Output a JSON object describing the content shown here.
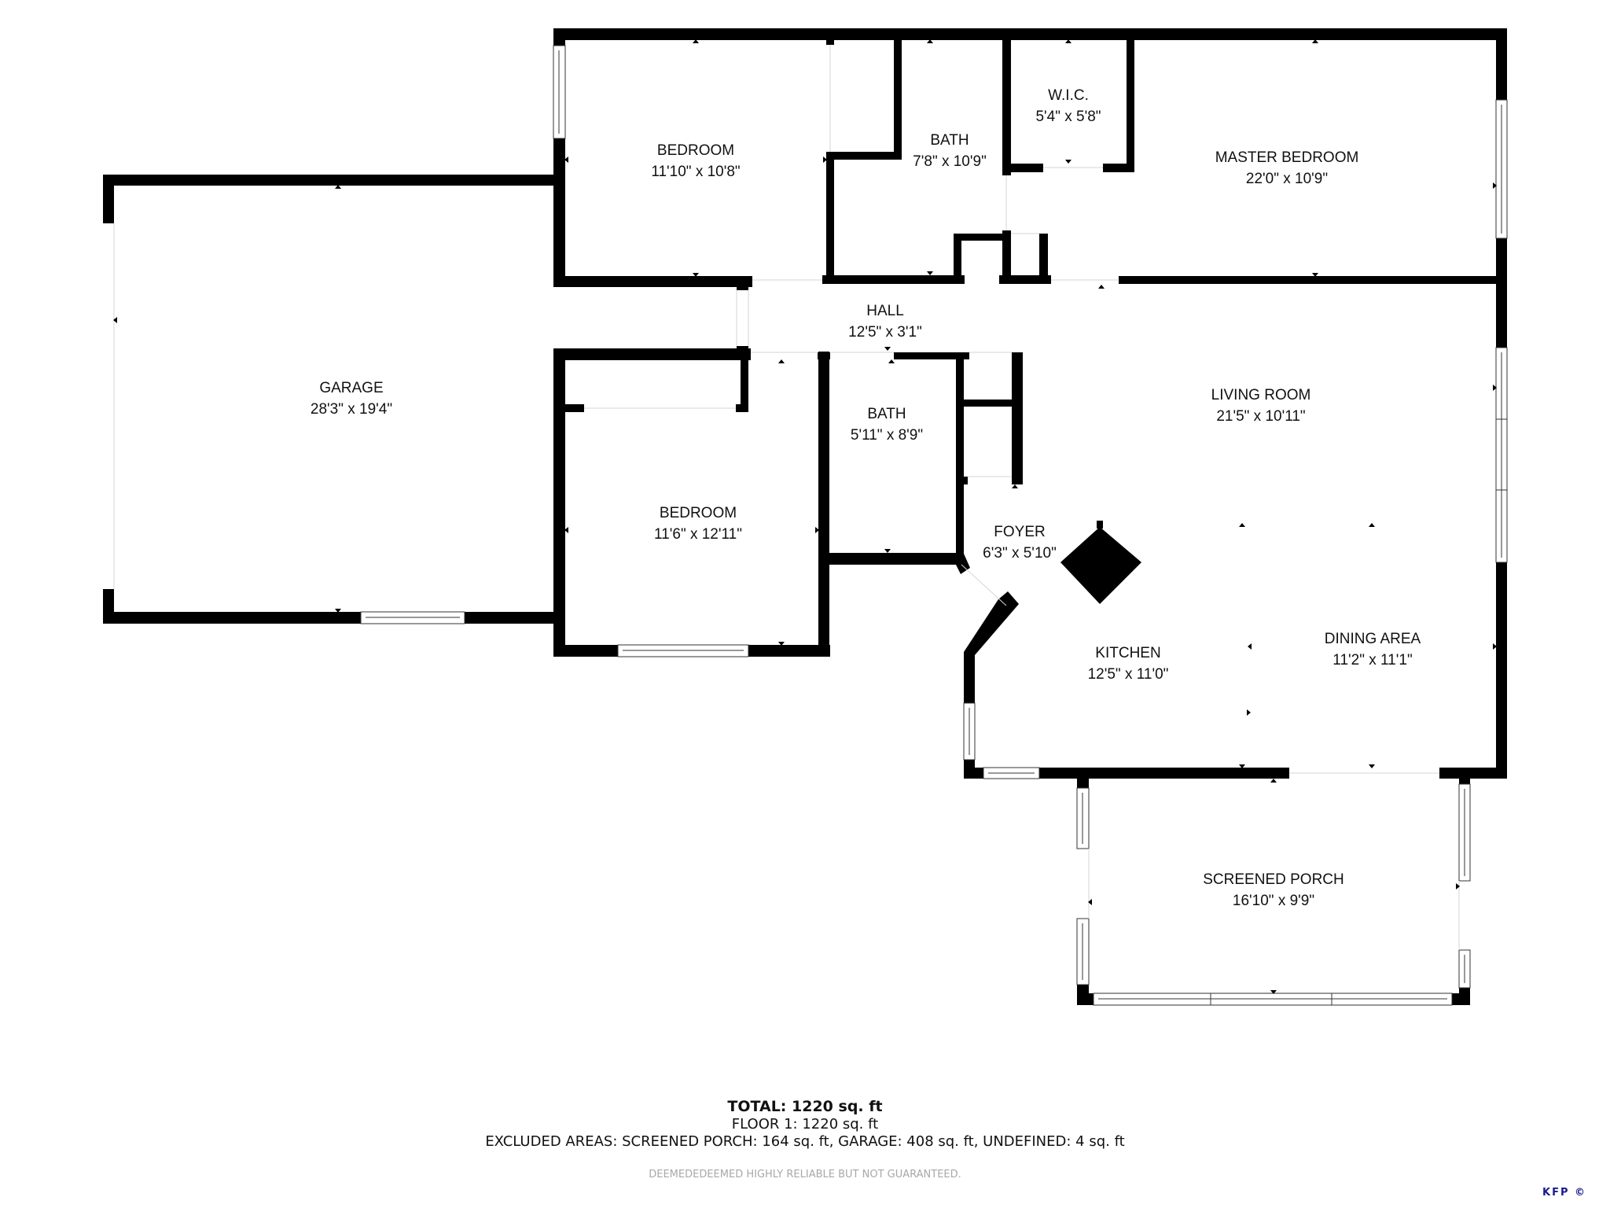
{
  "rooms": {
    "bedroom1": {
      "name": "BEDROOM",
      "dims": "11'10\" x 10'8\""
    },
    "bath1": {
      "name": "BATH",
      "dims": "7'8\" x 10'9\""
    },
    "wic": {
      "name": "W.I.C.",
      "dims": "5'4\" x 5'8\""
    },
    "master": {
      "name": "MASTER BEDROOM",
      "dims": "22'0\" x 10'9\""
    },
    "garage": {
      "name": "GARAGE",
      "dims": "28'3\" x 19'4\""
    },
    "hall": {
      "name": "HALL",
      "dims": "12'5\" x 3'1\""
    },
    "bedroom2": {
      "name": "BEDROOM",
      "dims": "11'6\" x 12'11\""
    },
    "bath2": {
      "name": "BATH",
      "dims": "5'11\" x 8'9\""
    },
    "living": {
      "name": "LIVING ROOM",
      "dims": "21'5\" x 10'11\""
    },
    "foyer": {
      "name": "FOYER",
      "dims": "6'3\" x 5'10\""
    },
    "kitchen": {
      "name": "KITCHEN",
      "dims": "12'5\" x 11'0\""
    },
    "dining": {
      "name": "DINING AREA",
      "dims": "11'2\" x 11'1\""
    },
    "porch": {
      "name": "SCREENED PORCH",
      "dims": "16'10\" x 9'9\""
    }
  },
  "summary": {
    "total": "TOTAL: 1220 sq. ft",
    "floor1": "FLOOR 1: 1220 sq. ft",
    "excluded": "EXCLUDED AREAS: SCREENED PORCH: 164 sq. ft, GARAGE: 408 sq. ft, UNDEFINED: 4 sq. ft",
    "disclaimer": "DEEMEDEDEEMED HIGHLY RELIABLE BUT NOT GUARANTEED."
  },
  "brand": "KFP ©",
  "colors": {
    "wall": "#000000",
    "background": "#ffffff",
    "brand": "#1a1a8c",
    "disclaimer": "#a8a8a8"
  }
}
